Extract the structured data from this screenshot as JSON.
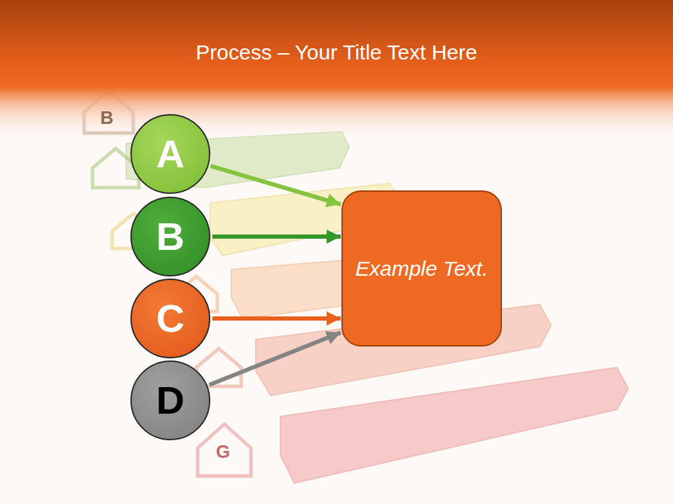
{
  "diagram": {
    "title": "Process – Your Title Text Here",
    "nodes": [
      {
        "text": [
          "A"
        ]
      },
      {
        "text": [
          "B"
        ]
      },
      {
        "text": [
          "C"
        ]
      },
      {
        "text": [
          "D"
        ]
      },
      {
        "text": [
          "Example Text."
        ]
      }
    ],
    "edges": [
      {
        "from": 0,
        "to": 4,
        "arrow": "to"
      },
      {
        "from": 1,
        "to": 4,
        "arrow": "to"
      },
      {
        "from": 2,
        "to": 4,
        "arrow": "to"
      },
      {
        "from": 3,
        "to": 4,
        "arrow": "to"
      }
    ],
    "labels": [
      "B",
      "G"
    ]
  }
}
